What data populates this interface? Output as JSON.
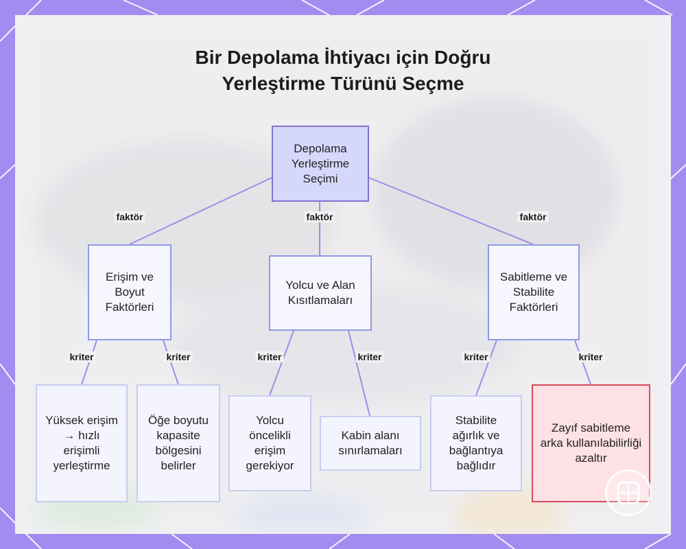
{
  "title": {
    "line1": "Bir Depolama İhtiyacı için Doğru",
    "line2": "Yerleştirme Türünü Seçme"
  },
  "root": "Depolama Yerleştirme Seçimi",
  "factors": [
    {
      "label": "Erişim ve Boyut Faktörleri",
      "edge_label": "faktör"
    },
    {
      "label": "Yolcu ve Alan Kısıtlamaları",
      "edge_label": "faktör"
    },
    {
      "label": "Sabitleme ve Stabilite Faktörleri",
      "edge_label": "faktör"
    }
  ],
  "criteria": [
    {
      "label": "Yüksek erişim → hızlı erişimli yerleştirme",
      "edge_label": "kriter"
    },
    {
      "label": "Öğe boyutu kapasite bölgesini belirler",
      "edge_label": "kriter"
    },
    {
      "label": "Yolcu öncelikli erişim gerekiyor",
      "edge_label": "kriter"
    },
    {
      "label": "Kabin alanı sınırlamaları",
      "edge_label": "kriter"
    },
    {
      "label": "Stabilite ağırlık ve bağlantıya bağlıdır",
      "edge_label": "kriter"
    },
    {
      "label": "Zayıf sabitleme arka kullanılabilirliği azaltır",
      "edge_label": "kriter"
    }
  ],
  "colors": {
    "frame": "#a38cf0",
    "edge": "#a08be8",
    "root_fill": "#d6d8fb",
    "highlight_border": "#d84a5a"
  }
}
